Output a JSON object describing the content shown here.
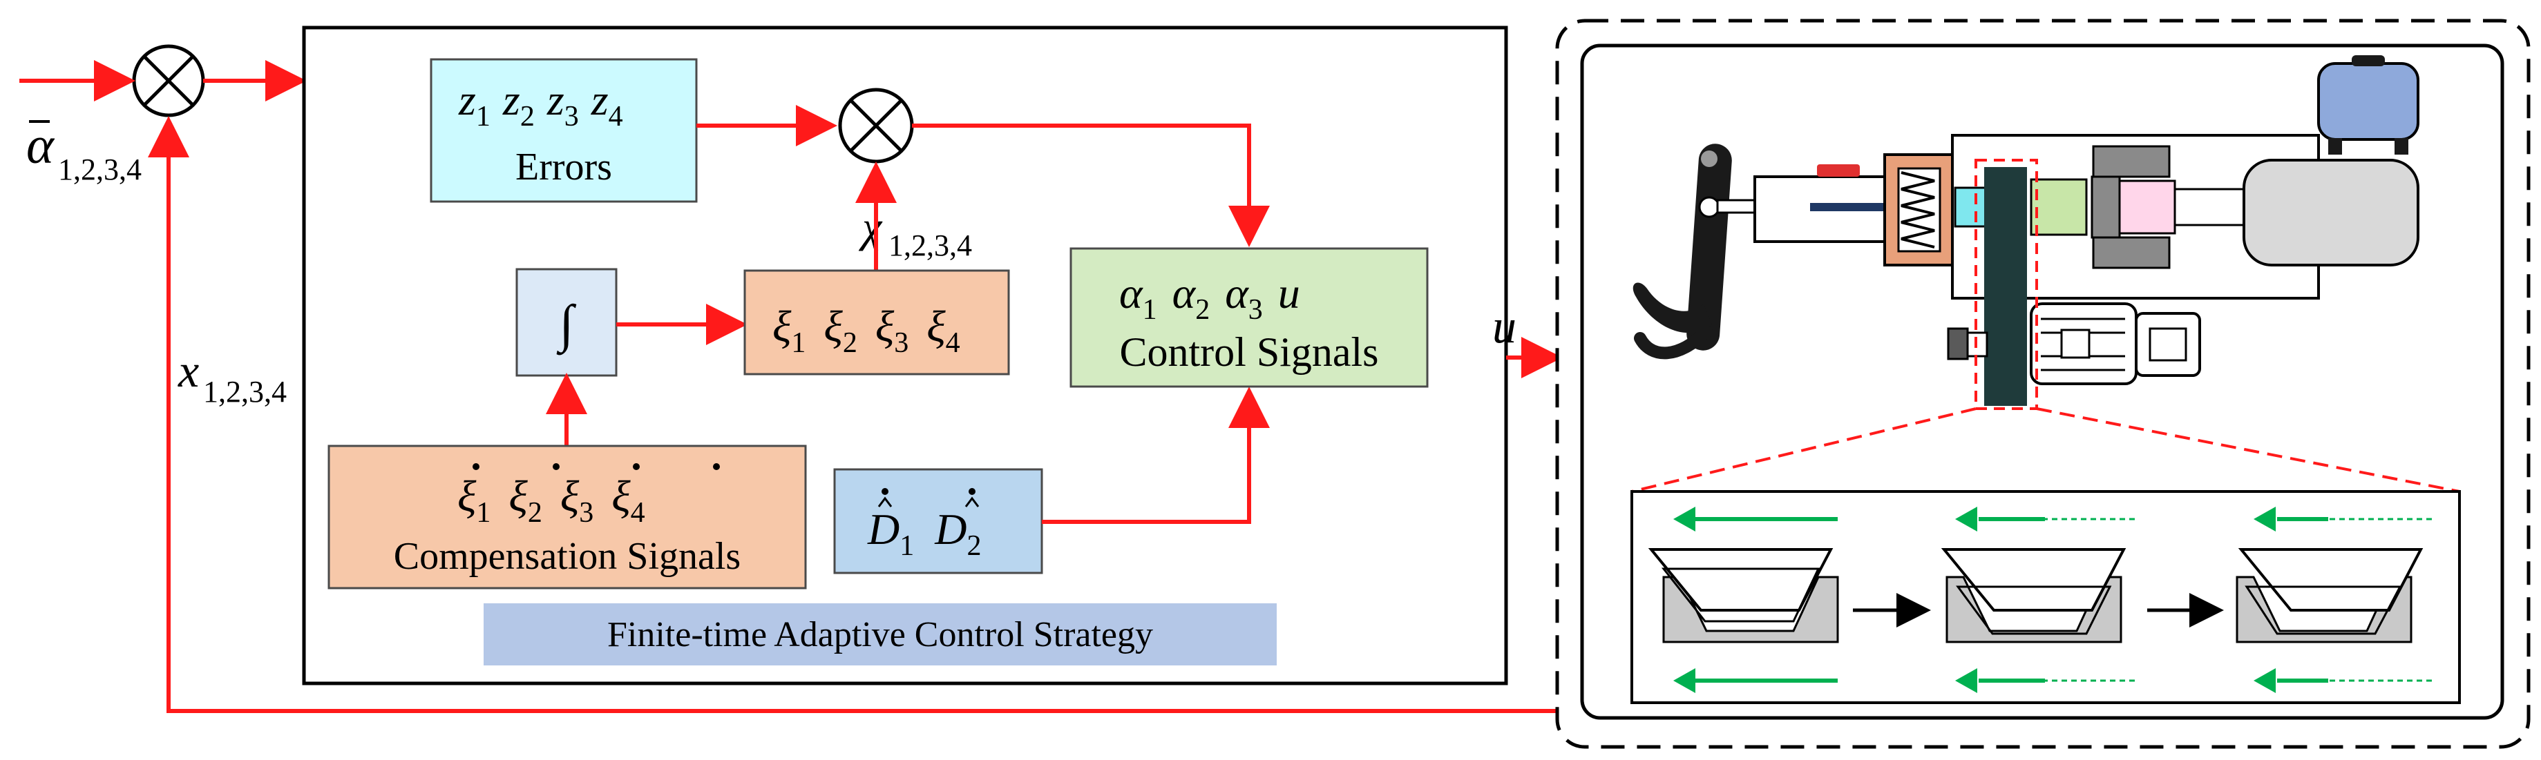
{
  "colors": {
    "signal_line": "#ff1a1a",
    "box_stroke": "#4a4a4a",
    "errors_fill": "#ccfaff",
    "integrator_fill": "#dce9f7",
    "xi_fill": "#f7c8a9",
    "control_fill": "#d4ebc2",
    "compensation_fill": "#f7c8a9",
    "disturbance_fill": "#b9d6ef",
    "strategy_label_fill": "#b4c7e7",
    "reservoir_fill": "#8ea9db",
    "motor_fill": "#d9d9d9",
    "wedge_fill": "#c9c9c9",
    "slider_fill": "#1f3b3b",
    "green_arrow": "#00b050"
  },
  "input": {
    "ref_symbol": "α",
    "ref_subscript": "1,2,3,4"
  },
  "feedback": {
    "symbol": "x",
    "subscript": "1,2,3,4"
  },
  "controller": {
    "strategy_label": "Finite-time Adaptive Control Strategy",
    "errors_box": {
      "symbols": [
        "z",
        "z",
        "z",
        "z"
      ],
      "subscripts": [
        "1",
        "2",
        "3",
        "4"
      ],
      "caption": "Errors"
    },
    "chi": {
      "symbol": "χ",
      "subscript": "1,2,3,4"
    },
    "integrator_symbol": "∫",
    "xi_box": {
      "symbols": [
        "ξ",
        "ξ",
        "ξ",
        "ξ"
      ],
      "subscripts": [
        "1",
        "2",
        "3",
        "4"
      ]
    },
    "compensation_box": {
      "symbols": [
        "ξ",
        "ξ",
        "ξ",
        "ξ"
      ],
      "subscripts": [
        "1",
        "2",
        "3",
        "4"
      ],
      "caption": "Compensation Signals"
    },
    "disturbance_box": {
      "symbols": [
        "D",
        "D"
      ],
      "subscripts": [
        "1",
        "2"
      ]
    },
    "control_box": {
      "symbols": [
        "α",
        "α",
        "α",
        "u"
      ],
      "subscripts": [
        "1",
        "2",
        "3",
        ""
      ],
      "caption": "Control Signals"
    }
  },
  "output": {
    "symbol": "u"
  }
}
